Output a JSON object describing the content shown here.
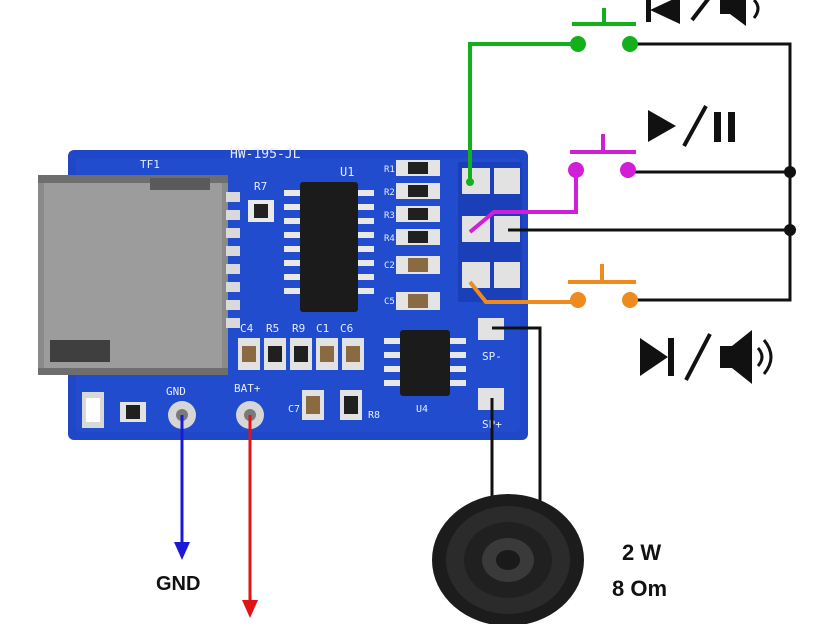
{
  "board": {
    "model_label": "HW-195-JL",
    "tf_label": "TF1",
    "ic_u1_label": "U1",
    "ic_u4_label": "U4",
    "resistor_r7": "R7",
    "comp_c4": "C4",
    "comp_r5": "R5",
    "comp_r9": "R9",
    "comp_c1": "C1",
    "comp_c6": "C6",
    "comp_c7": "C7",
    "comp_r8": "R8",
    "comp_r1": "R1",
    "comp_r2": "R2",
    "comp_r3": "R3",
    "comp_r4": "R4",
    "comp_c2": "C2",
    "comp_c5": "C5",
    "pin_gnd_label": "GND",
    "pin_bat_label": "BAT+",
    "pad_sp_minus": "SP-",
    "pad_sp_plus": "SP+"
  },
  "wires": {
    "green": "#14b01c",
    "magenta": "#d01fd6",
    "orange": "#ef8a1e",
    "black": "#111111",
    "gnd_arrow": "#1a1ad6",
    "bat_arrow": "#e01414"
  },
  "colors": {
    "pcb": "#1f47c8",
    "pcb_dark": "#163aa8"
  },
  "buttons": [
    {
      "function": "prev / volume-down",
      "icons": [
        "prev-track-icon",
        "volume-down-icon"
      ]
    },
    {
      "function": "play / pause",
      "icons": [
        "play-pause-icon"
      ]
    },
    {
      "function": "next / volume-up",
      "icons": [
        "next-track-icon",
        "volume-up-icon"
      ]
    }
  ],
  "labels": {
    "gnd": "GND",
    "speaker_power": "2 W",
    "speaker_impedance": "8 Om"
  }
}
